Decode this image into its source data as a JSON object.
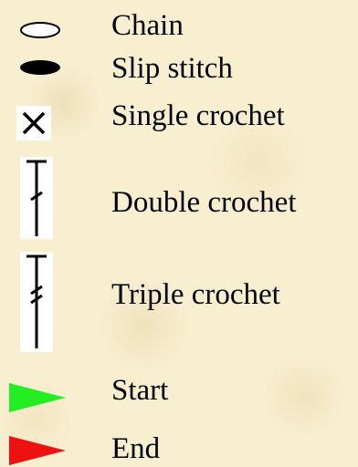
{
  "legend": {
    "items": [
      {
        "icon": "chain-oval-icon",
        "label": "Chain"
      },
      {
        "icon": "slip-stitch-oval-icon",
        "label": "Slip stitch"
      },
      {
        "icon": "single-crochet-x-icon",
        "label": "Single crochet"
      },
      {
        "icon": "double-crochet-icon",
        "label": "Double crochet"
      },
      {
        "icon": "triple-crochet-icon",
        "label": "Triple crochet"
      },
      {
        "icon": "start-arrow-icon",
        "label": "Start"
      },
      {
        "icon": "end-arrow-icon",
        "label": "End"
      }
    ],
    "colors": {
      "start": "#22ee22",
      "end": "#ee1111",
      "ink": "#000000",
      "background": "#f8eed0"
    }
  }
}
